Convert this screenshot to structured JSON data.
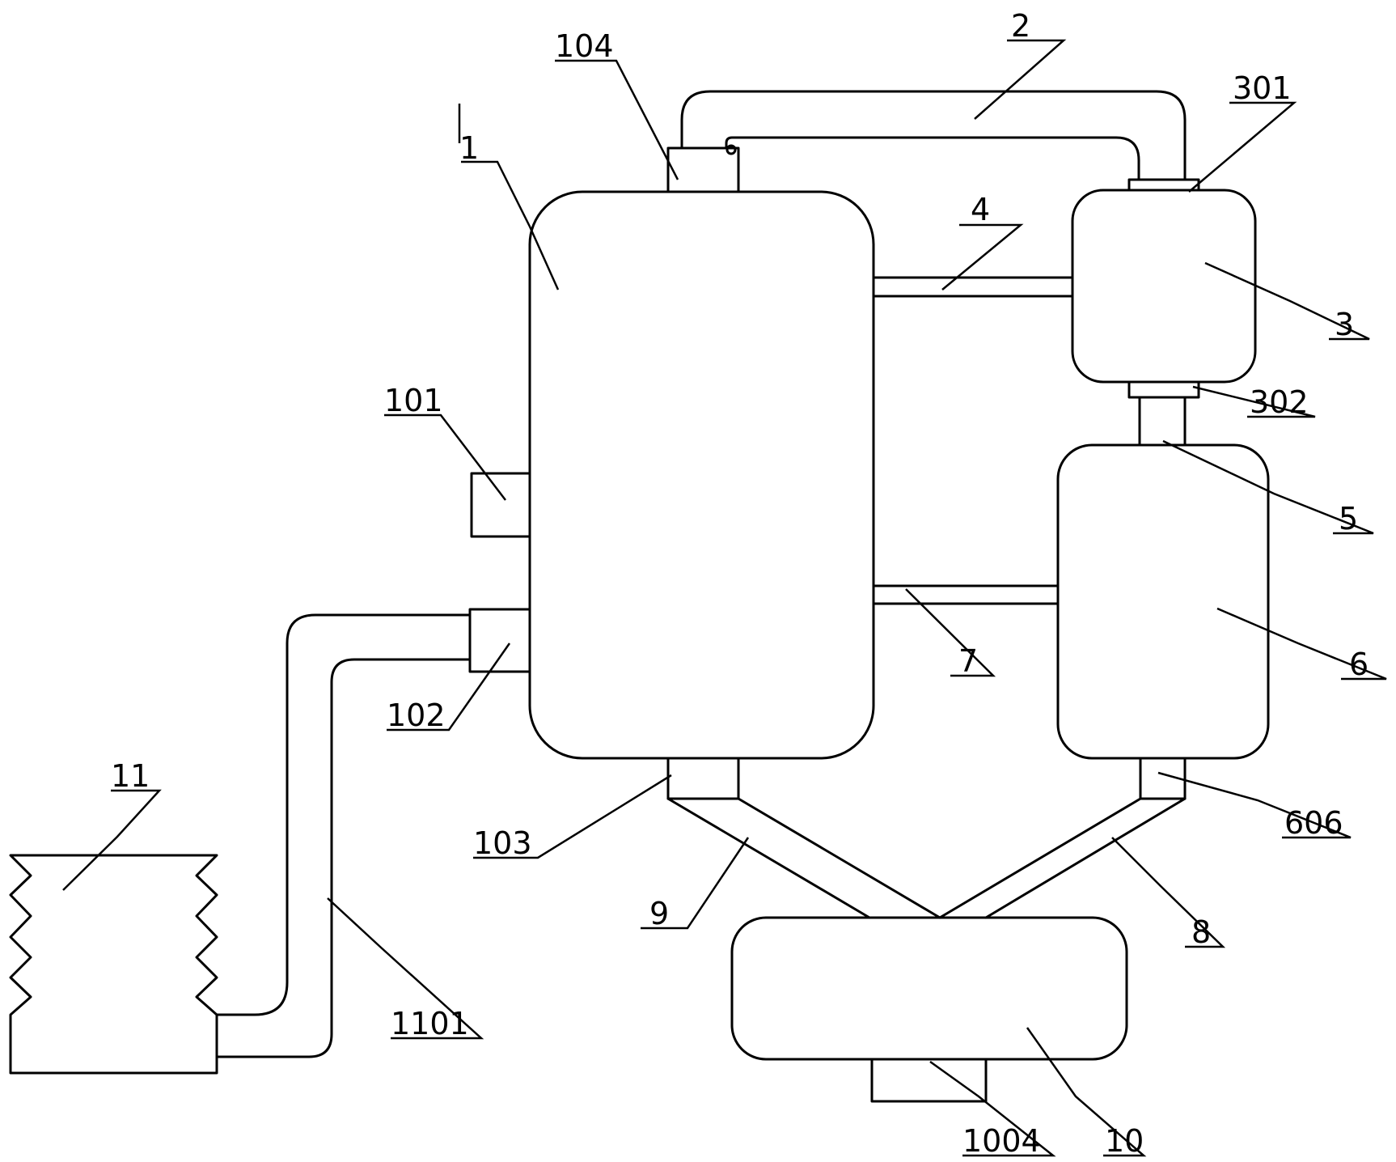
{
  "labels": {
    "l1": "1",
    "l2": "2",
    "l3": "3",
    "l4": "4",
    "l5": "5",
    "l6": "6",
    "l7": "7",
    "l8": "8",
    "l9": "9",
    "l10": "10",
    "l11": "11",
    "l101": "101",
    "l102": "102",
    "l103": "103",
    "l104": "104",
    "l301": "301",
    "l302": "302",
    "l606": "606",
    "l1004": "1004",
    "l1101": "1101"
  },
  "colors": {
    "line": "#000000",
    "background": "#ffffff"
  }
}
